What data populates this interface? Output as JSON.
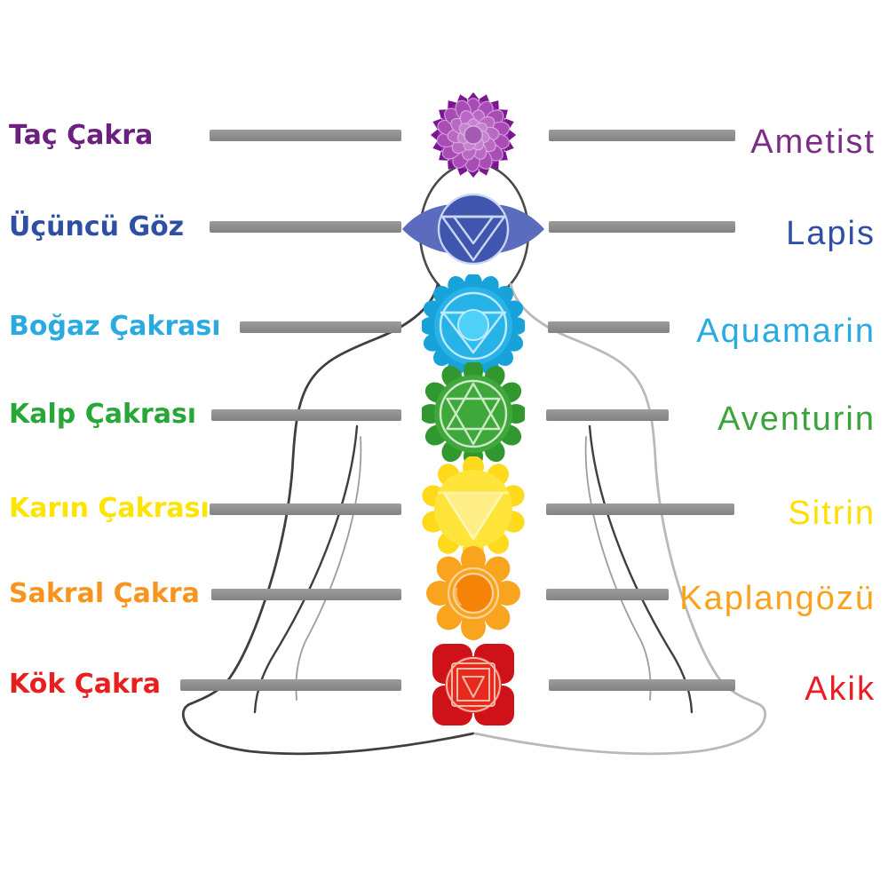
{
  "diagram": {
    "type": "chakra-stone-mapping",
    "background": "#ffffff",
    "connector_color": "#8d8d8d",
    "figure": {
      "name": "meditating-person-silhouette",
      "outline_left_color": "#3f3f3f",
      "outline_right_color": "#b9b9b9"
    },
    "rows": [
      {
        "chakra": "Taç Çakra",
        "stone": "Ametist",
        "chakra_color": "#6b2080",
        "stone_color": "#7c2c87",
        "icon": "crown-chakra-icon",
        "icon_color": "#962da6"
      },
      {
        "chakra": "Üçüncü Göz",
        "stone": "Lapis",
        "chakra_color": "#2e4fa3",
        "stone_color": "#2e4fa3",
        "icon": "third-eye-chakra-icon",
        "icon_color": "#3f55ae"
      },
      {
        "chakra": "Boğaz Çakrası",
        "stone": "Aquamarin",
        "chakra_color": "#29abe2",
        "stone_color": "#29abe2",
        "icon": "throat-chakra-icon",
        "icon_color": "#27b2e8"
      },
      {
        "chakra": "Kalp Çakrası",
        "stone": "Aventurin",
        "chakra_color": "#27a737",
        "stone_color": "#3ba33b",
        "icon": "heart-chakra-icon",
        "icon_color": "#3ea83a"
      },
      {
        "chakra": "Karın Çakrası",
        "stone": "Sitrin",
        "chakra_color": "#ffe400",
        "stone_color": "#ffde00",
        "icon": "solar-plexus-chakra-icon",
        "icon_color": "#ffe43a"
      },
      {
        "chakra": "Sakral Çakra",
        "stone": "Kaplangözü",
        "chakra_color": "#f7941e",
        "stone_color": "#faa21b",
        "icon": "sacral-chakra-icon",
        "icon_color": "#f9a41e"
      },
      {
        "chakra": "Kök Çakra",
        "stone": "Akik",
        "chakra_color": "#e71f1f",
        "stone_color": "#ec1c24",
        "icon": "root-chakra-icon",
        "icon_color": "#e62a1e"
      }
    ]
  }
}
